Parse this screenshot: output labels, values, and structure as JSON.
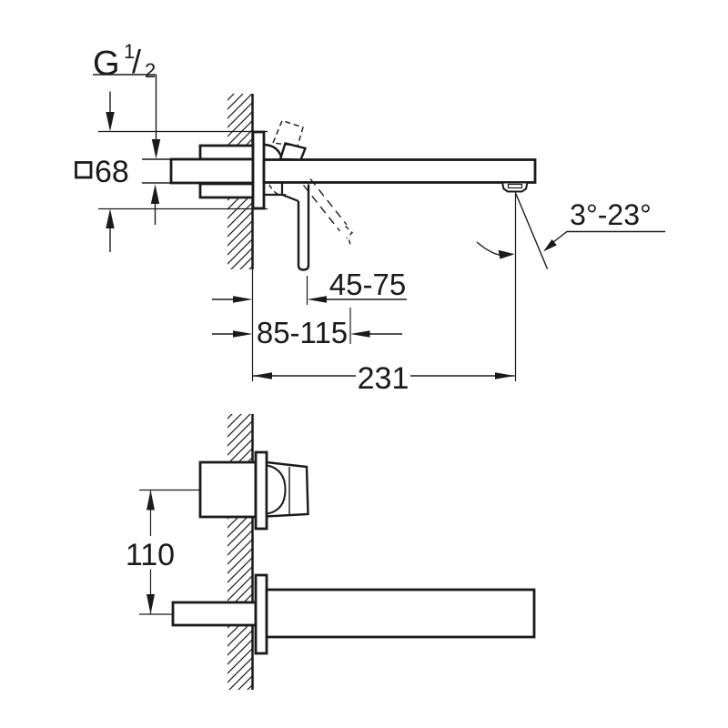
{
  "colors": {
    "line": "#1a1a1a",
    "background": "#ffffff"
  },
  "upper_drawing": {
    "thread_label": {
      "prefix": "G",
      "numerator": "1",
      "slash": "/",
      "denominator": "2"
    },
    "escutcheon_dim": {
      "symbol_icon": "square-symbol",
      "value": "68"
    },
    "dim_45_75": "45-75",
    "dim_85_115": "85-115",
    "dim_231": "231",
    "angle_range": "3°-23°"
  },
  "lower_drawing": {
    "dim_110": "110"
  }
}
